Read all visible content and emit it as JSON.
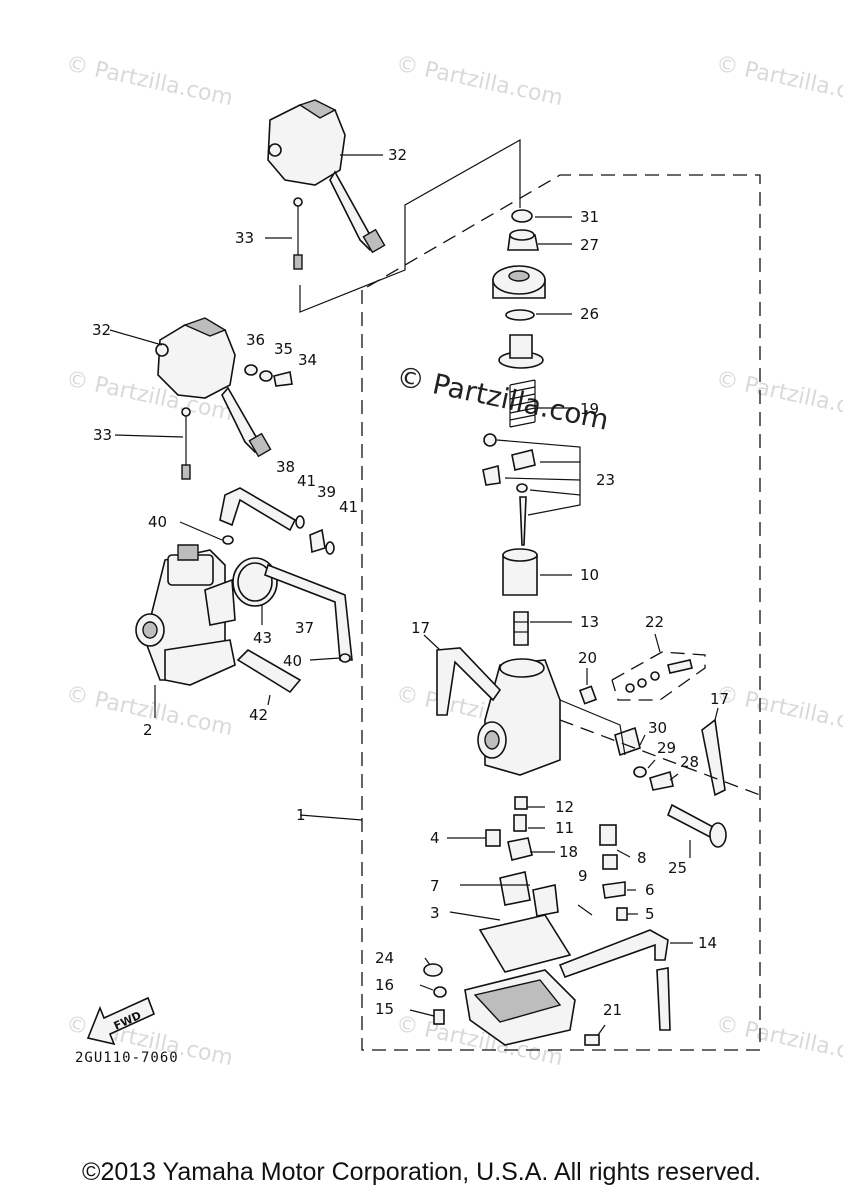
{
  "watermark": "© Partzilla.com",
  "diagram_code": "2GU110-7060",
  "fwd_label": "FWD",
  "copyright": "©2013 Yamaha Motor Corporation, U.S.A. All rights reserved.",
  "callouts": {
    "c1": "1",
    "c2": "2",
    "c3": "3",
    "c4": "4",
    "c5": "5",
    "c6": "6",
    "c7": "7",
    "c8": "8",
    "c9": "9",
    "c10": "10",
    "c11": "11",
    "c12": "12",
    "c13": "13",
    "c14": "14",
    "c15": "15",
    "c16": "16",
    "c17a": "17",
    "c17b": "17",
    "c18": "18",
    "c19": "19",
    "c20": "20",
    "c21": "21",
    "c22": "22",
    "c23": "23",
    "c24": "24",
    "c25": "25",
    "c26": "26",
    "c27": "27",
    "c28": "28",
    "c29": "29",
    "c30": "30",
    "c31": "31",
    "c32a": "32",
    "c32b": "32",
    "c33a": "33",
    "c33b": "33",
    "c34": "34",
    "c35": "35",
    "c36": "36",
    "c37": "37",
    "c38": "38",
    "c39": "39",
    "c40a": "40",
    "c40b": "40",
    "c41a": "41",
    "c41b": "41",
    "c42": "42",
    "c43": "43"
  }
}
